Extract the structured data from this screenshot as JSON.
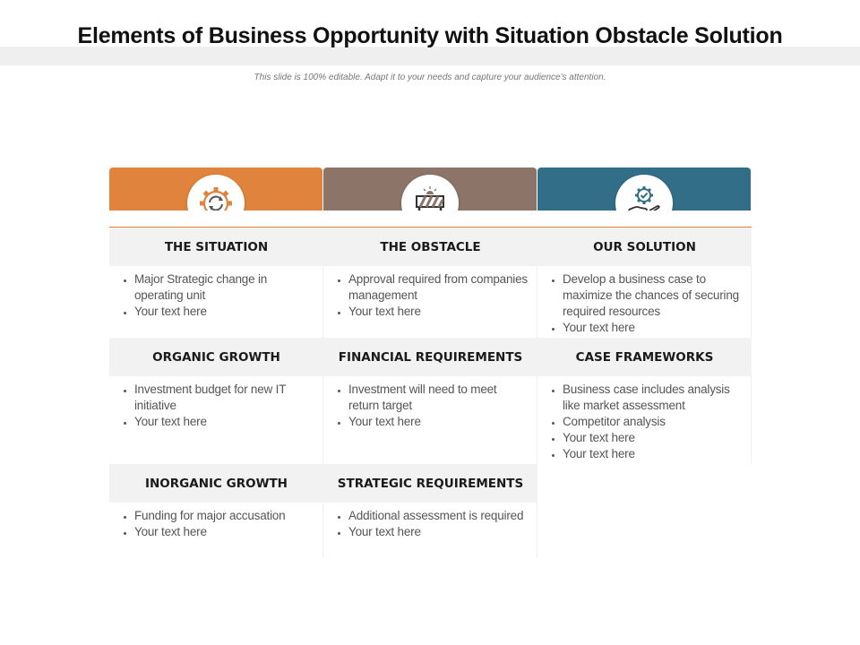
{
  "title": "Elements of Business Opportunity with Situation Obstacle Solution",
  "subtitle": "This slide is 100% editable. Adapt it to your needs and capture your audience's attention.",
  "colors": {
    "situation": "#e0843d",
    "obstacle": "#8d7468",
    "solution": "#326e87",
    "rule": "#e0843d"
  },
  "columns": [
    {
      "icon": "gear-refresh-icon"
    },
    {
      "icon": "barrier-icon"
    },
    {
      "icon": "hand-gear-icon"
    }
  ],
  "rows": [
    {
      "titles": [
        "THE SITUATION",
        "THE OBSTACLE",
        "OUR SOLUTION"
      ],
      "items": [
        [
          "Major Strategic change in operating unit",
          "Your text here"
        ],
        [
          "Approval required from companies management",
          "Your text here"
        ],
        [
          "Develop a business case to maximize the chances of securing required resources",
          "Your text here"
        ]
      ]
    },
    {
      "titles": [
        "ORGANIC GROWTH",
        "FINANCIAL REQUIREMENTS",
        "CASE FRAMEWORKS"
      ],
      "items": [
        [
          "Investment budget for new IT initiative",
          "Your text here"
        ],
        [
          "Investment will need to meet return target",
          "Your text here"
        ],
        [
          "Business case includes analysis like market assessment",
          "Competitor analysis",
          "Your text here",
          "Your text here"
        ]
      ]
    },
    {
      "titles": [
        "INORGANIC GROWTH",
        "STRATEGIC REQUIREMENTS"
      ],
      "items": [
        [
          "Funding for major accusation",
          "Your text here"
        ],
        [
          "Additional assessment is required",
          "Your text here"
        ]
      ]
    }
  ]
}
